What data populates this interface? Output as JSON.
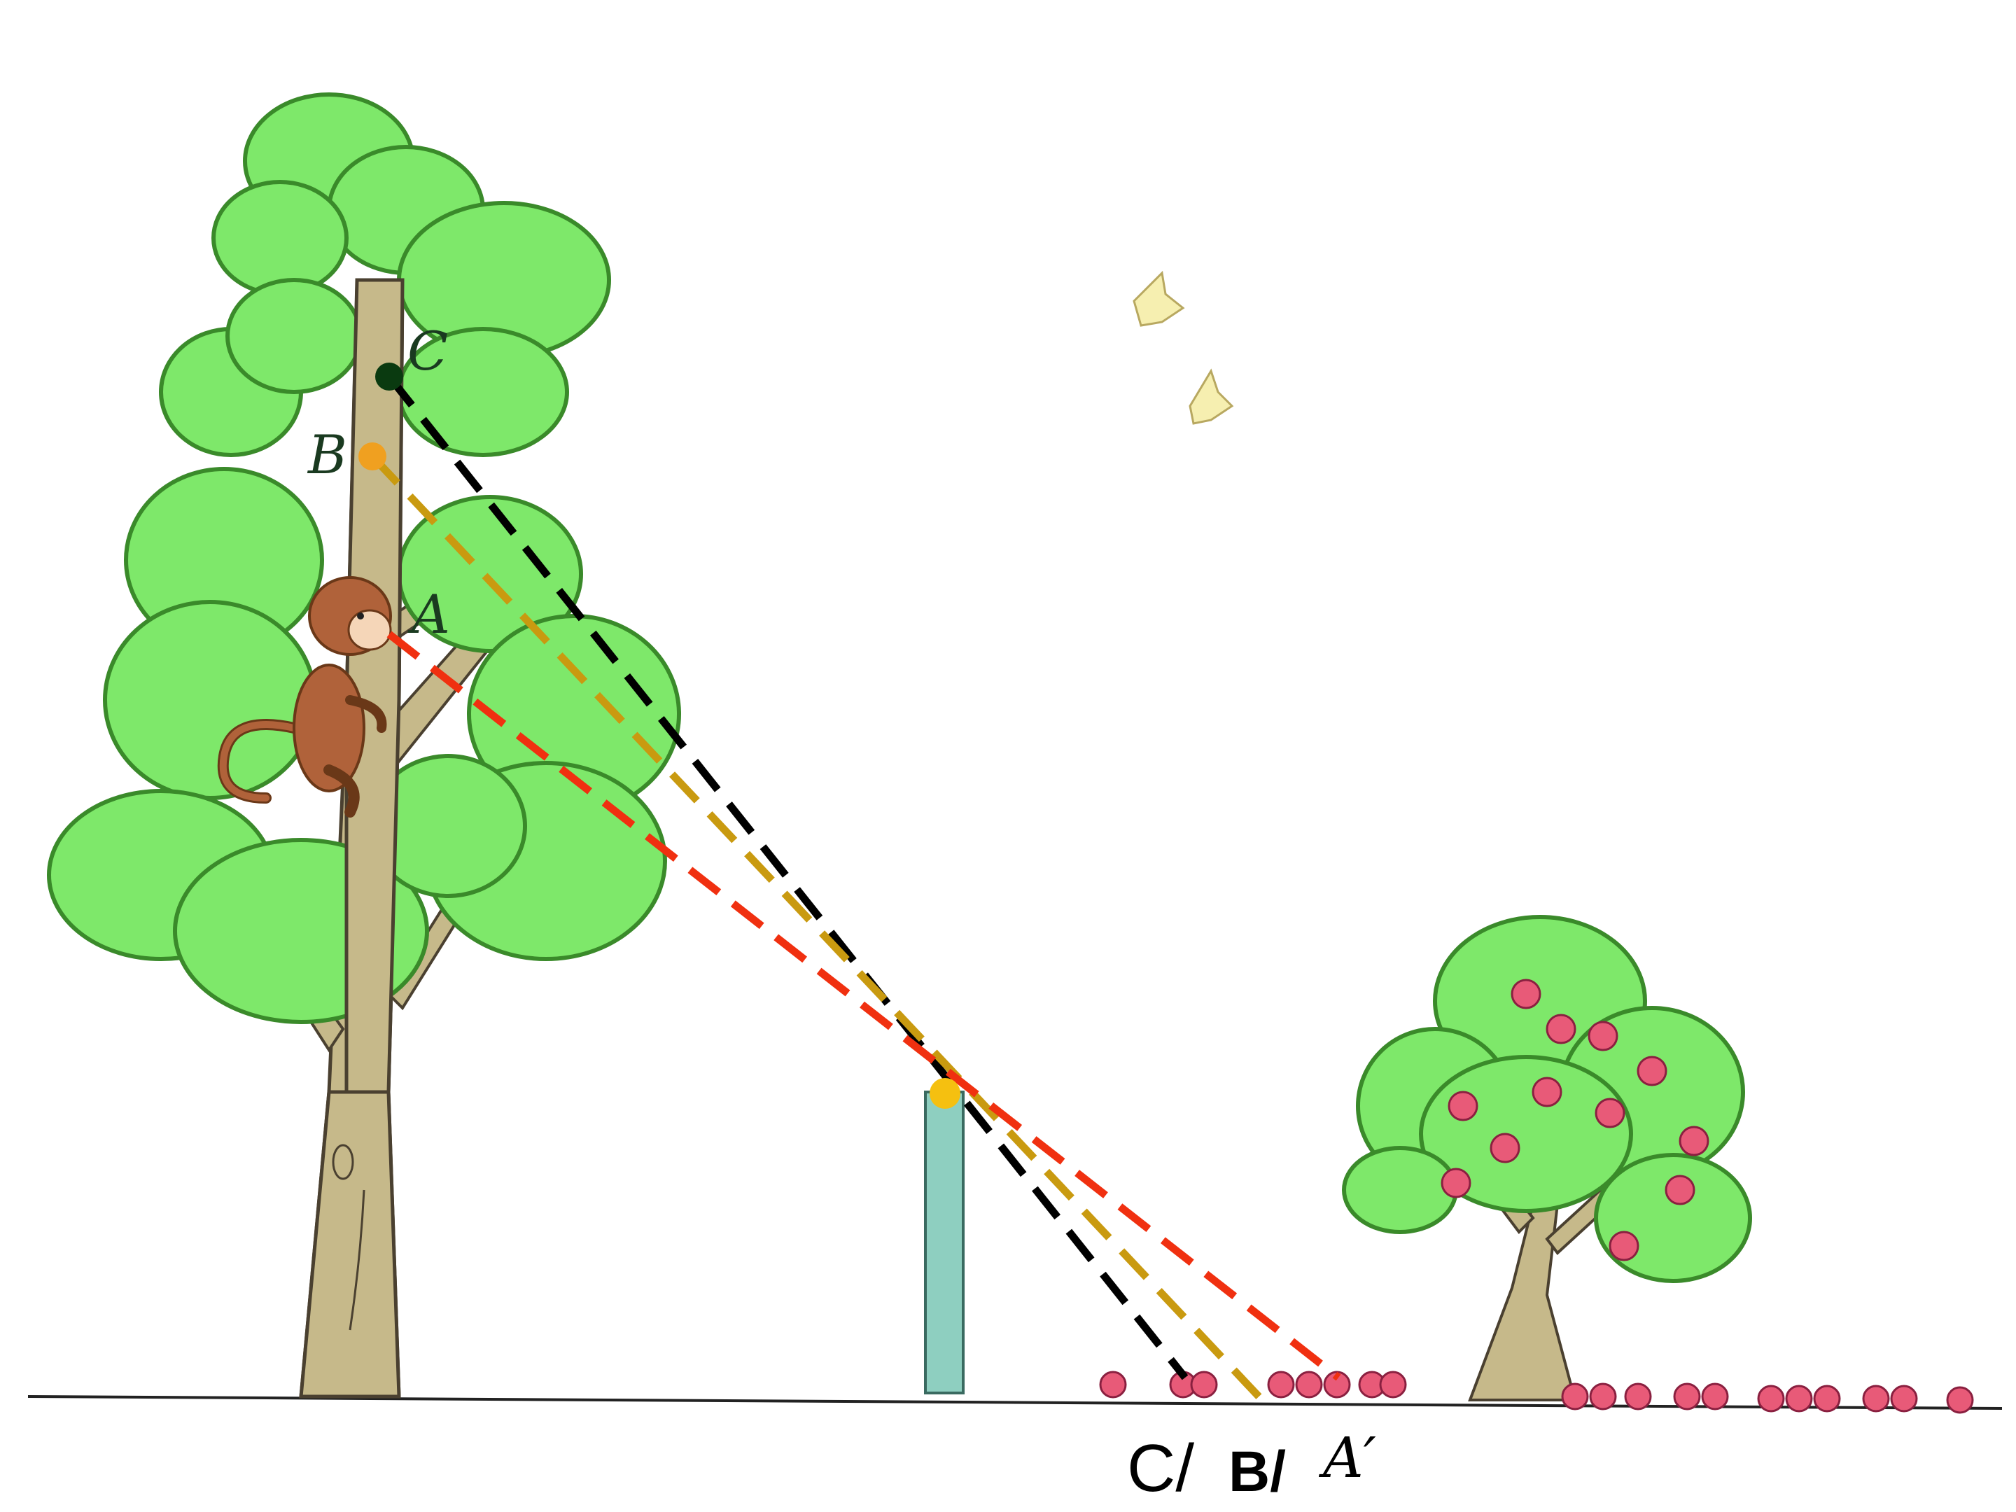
{
  "labels": {
    "point_c": "C",
    "point_b": "B",
    "point_a": "A",
    "ground_c": "C/",
    "ground_b": "B/",
    "ground_a": "A′"
  },
  "colors": {
    "background": "#ffffff",
    "foliage": "#7ee86a",
    "foliage_dark": "#3a8a2a",
    "trunk": "#c6b98a",
    "trunk_outline": "#4a4030",
    "post": "#8ecfc0",
    "ray_c": "#000000",
    "ray_b": "#c99a10",
    "ray_a": "#f03010",
    "dot_c": "#0a3a10",
    "dot_b": "#f0a020",
    "lamp": "#f5c010",
    "apple": "#e85a78",
    "bird": "#f6efb0",
    "monkey": "#b0623a"
  },
  "icons": [
    "tree-icon",
    "monkey-icon",
    "lamp-post-icon",
    "apple-tree-icon",
    "bird-icon",
    "apple-icon"
  ]
}
